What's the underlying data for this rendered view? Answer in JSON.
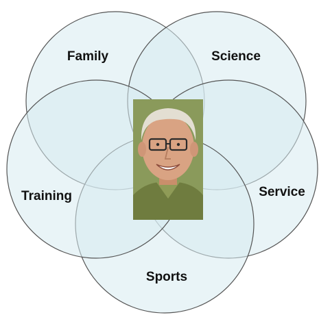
{
  "labels": {
    "family": "Family",
    "science": "Science",
    "service": "Service",
    "sports": "Sports",
    "training": "Training"
  },
  "portrait": {
    "subject": "smiling man with glasses",
    "background_color": "#8a9a5b"
  },
  "colors": {
    "circle_fill": "#d7ebf1",
    "circle_stroke": "#545454",
    "text": "#111111"
  }
}
